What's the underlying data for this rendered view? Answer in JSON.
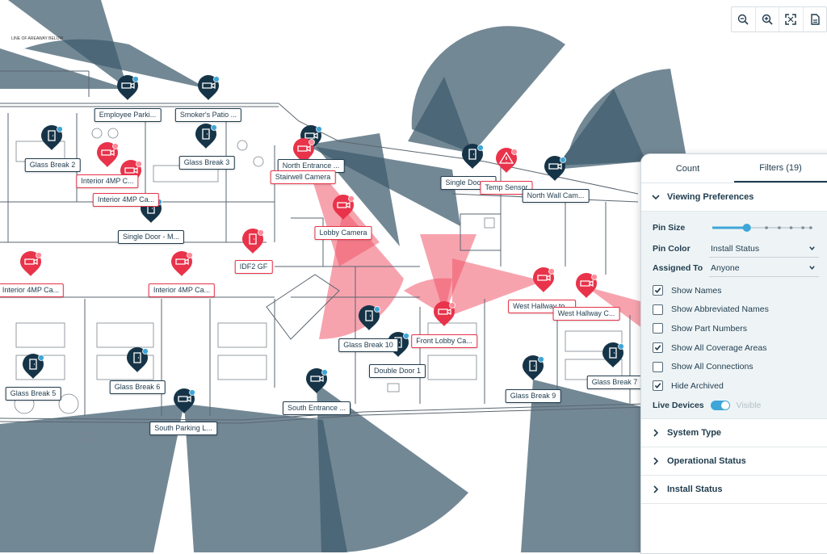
{
  "map": {
    "top_note": "LINE OF AREAWAY BELOW",
    "device_labels": [
      {
        "text": "Employee Parki...",
        "kind": "dark"
      },
      {
        "text": "Smoker's Patio ...",
        "kind": "dark"
      },
      {
        "text": "Glass Break 2",
        "kind": "dark"
      },
      {
        "text": "Interior 4MP C...",
        "kind": "red"
      },
      {
        "text": "Interior 4MP Ca...",
        "kind": "red"
      },
      {
        "text": "Glass Break 3",
        "kind": "dark"
      },
      {
        "text": "North Entrance ...",
        "kind": "dark"
      },
      {
        "text": "Stairwell Camera",
        "kind": "red"
      },
      {
        "text": "Single Door ...",
        "kind": "dark"
      },
      {
        "text": "Temp Sensor",
        "kind": "red"
      },
      {
        "text": "North Wall Cam...",
        "kind": "dark"
      },
      {
        "text": "Single Door - M...",
        "kind": "dark"
      },
      {
        "text": "Lobby Camera",
        "kind": "red"
      },
      {
        "text": "IDF2 GF",
        "kind": "red"
      },
      {
        "text": "Interior 4MP Ca...",
        "kind": "red"
      },
      {
        "text": "Interior 4MP Ca...",
        "kind": "red"
      },
      {
        "text": "West Hallway to...",
        "kind": "red"
      },
      {
        "text": "West Hallway C...",
        "kind": "red"
      },
      {
        "text": "Glass Break 10",
        "kind": "dark"
      },
      {
        "text": "Front Lobby Ca...",
        "kind": "red"
      },
      {
        "text": "Double Door 1",
        "kind": "dark"
      },
      {
        "text": "Glass Break 7",
        "kind": "dark"
      },
      {
        "text": "Glass Break 5",
        "kind": "dark"
      },
      {
        "text": "Glass Break 6",
        "kind": "dark"
      },
      {
        "text": "Glass Break 9",
        "kind": "dark"
      },
      {
        "text": "South Entrance ...",
        "kind": "dark"
      },
      {
        "text": "South Parking L...",
        "kind": "dark"
      }
    ]
  },
  "toolbar": {
    "buttons": [
      "zoom-out-icon",
      "zoom-in-icon",
      "fit-screen-icon",
      "export-document-icon"
    ]
  },
  "panel": {
    "tabs": [
      "Count",
      "Filters (19)"
    ],
    "active_tab": "Filters (19)",
    "viewing_preferences": {
      "title": "Viewing Preferences",
      "pin_size_label": "Pin Size",
      "pin_size_level": 0.35,
      "pin_color_label": "Pin Color",
      "pin_color_value": "Install Status",
      "assigned_to_label": "Assigned To",
      "assigned_to_value": "Anyone",
      "options": [
        {
          "label": "Show Names",
          "checked": true
        },
        {
          "label": "Show Abbreviated Names",
          "checked": false
        },
        {
          "label": "Show Part Numbers",
          "checked": false
        },
        {
          "label": "Show All Coverage Areas",
          "checked": true
        },
        {
          "label": "Show All Connections",
          "checked": false
        },
        {
          "label": "Hide Archived",
          "checked": true
        }
      ],
      "live_devices_label": "Live Devices",
      "live_devices_on": true,
      "visible_label": "Visible"
    },
    "sections": [
      "System Type",
      "Operational Status",
      "Install Status"
    ]
  },
  "colors": {
    "coverage_dark": "#3d5a6c",
    "coverage_red": "#f0586b",
    "pin_dark": "#163447",
    "pin_red": "#e8334a",
    "accent_blue": "#3ea6d8"
  }
}
